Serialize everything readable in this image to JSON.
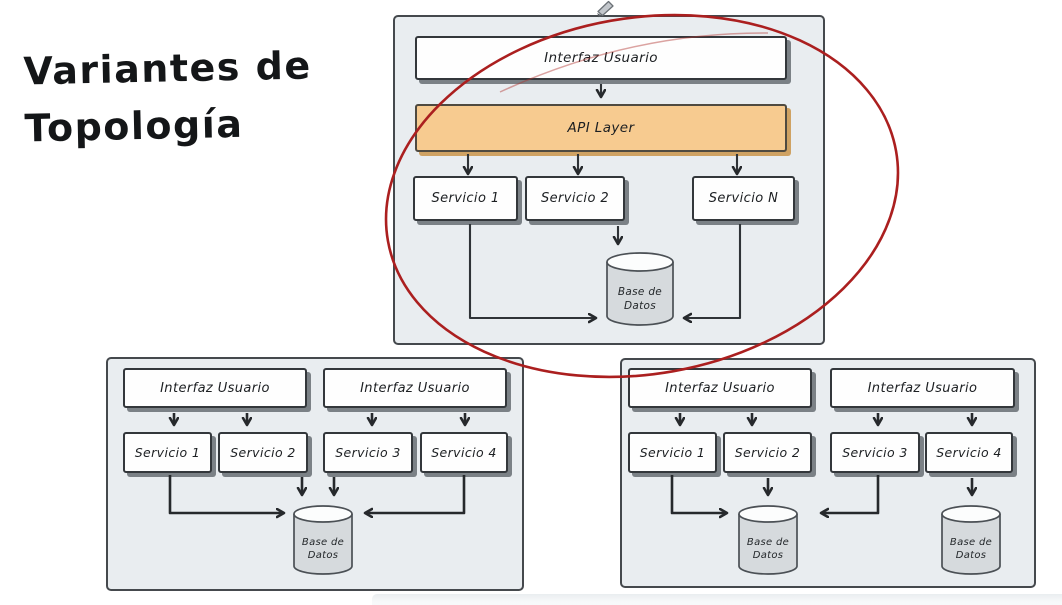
{
  "title": "Variantes de\nTopología",
  "cursor": {
    "icon": "pen-cursor"
  },
  "colors": {
    "panel_bg": "#e9edf0",
    "box_bg": "#fefefe",
    "api_accent": "#f7cb90",
    "annotation_red": "#ab1f1f",
    "arrow": "#2f3337",
    "shadow": "#7b8186"
  },
  "panels": {
    "centralized": {
      "ui": "Interfaz Usuario",
      "api": "API Layer",
      "services": [
        "Servicio 1",
        "Servicio 2",
        "Servicio N"
      ],
      "database": "Base de\nDatos"
    },
    "shared_database": {
      "ui": [
        "Interfaz Usuario",
        "Interfaz Usuario"
      ],
      "services": [
        "Servicio 1",
        "Servicio 2",
        "Servicio 3",
        "Servicio 4"
      ],
      "databases": [
        "Base de\nDatos"
      ]
    },
    "split_database": {
      "ui": [
        "Interfaz Usuario",
        "Interfaz Usuario"
      ],
      "services": [
        "Servicio 1",
        "Servicio 2",
        "Servicio 3",
        "Servicio 4"
      ],
      "databases": [
        "Base de\nDatos",
        "Base de\nDatos"
      ]
    }
  }
}
